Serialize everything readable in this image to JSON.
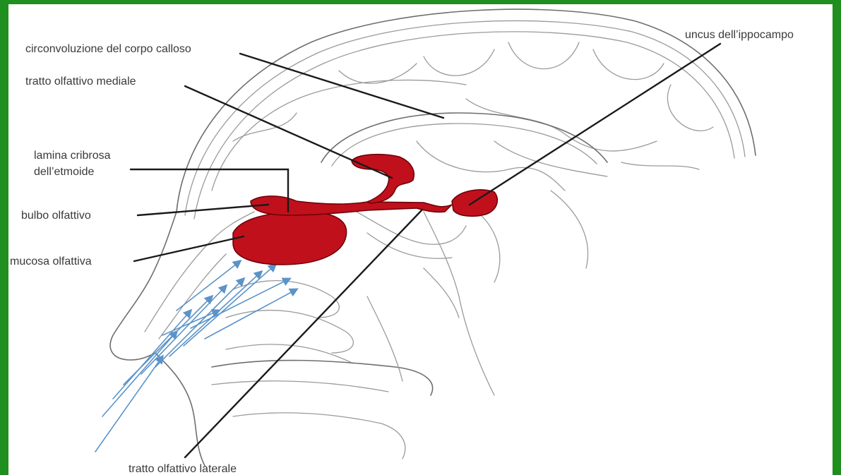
{
  "labels": {
    "corpus_callosum": "circonvoluzione del corpo calloso",
    "medial_tract": "tratto olfattivo mediale",
    "cribriform_line1": "lamina cribrosa",
    "cribriform_line2": "dell’etmoide",
    "bulb": "bulbo olfattivo",
    "mucosa": "mucosa olfattiva",
    "uncus": "uncus dell’ippocampo",
    "lateral_tract": "tratto olfattivo laterale"
  },
  "colors": {
    "frame": "#1f8f1f",
    "structure_fill": "#c0101c",
    "structure_outline": "#6a0008",
    "airflow_arrows": "#5b93c9",
    "leader_lines": "#1a1a1a"
  },
  "airflow": {
    "direction": "into-nose-upward",
    "icon": "arrow-icon"
  }
}
